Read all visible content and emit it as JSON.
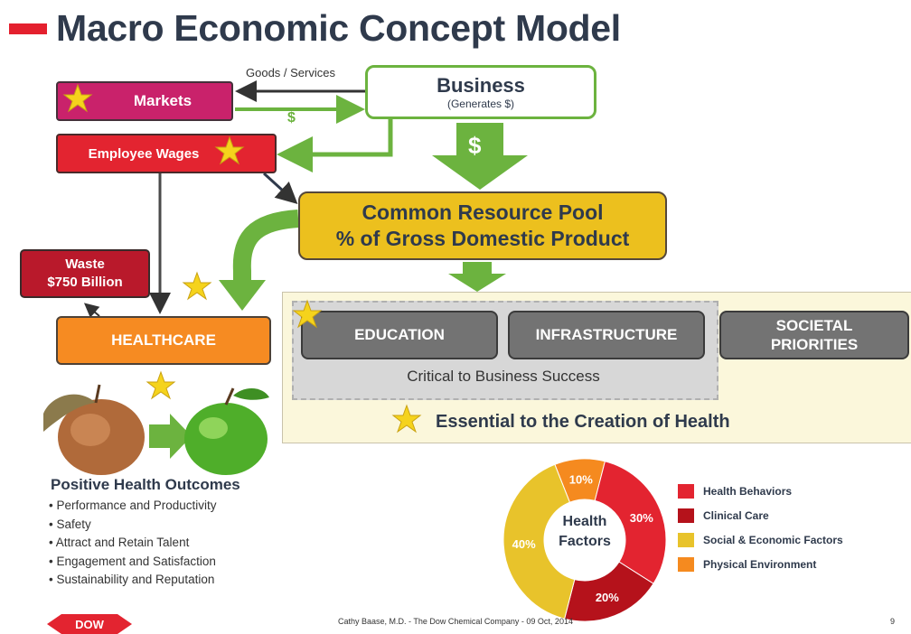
{
  "title": "Macro Economic Concept Model",
  "markets": "Markets",
  "employee_wages": "Employee Wages",
  "goods_services": "Goods / Services",
  "dollar": "$",
  "business": {
    "title": "Business",
    "subtitle": "(Generates $)"
  },
  "pool": {
    "line1": "Common Resource Pool",
    "line2": "% of Gross Domestic Product"
  },
  "waste": {
    "line1": "Waste",
    "line2": "$750 Billion"
  },
  "healthcare": "HEALTHCARE",
  "education": "EDUCATION",
  "infrastructure": "INFRASTRUCTURE",
  "societal": {
    "line1": "SOCIETAL",
    "line2": "PRIORITIES"
  },
  "critical_label": "Critical to Business Success",
  "essential_label": "Essential to the Creation of Health",
  "outcomes": {
    "title": "Positive Health Outcomes",
    "items": [
      "• Performance and Productivity",
      "• Safety",
      "• Attract and Retain Talent",
      "• Engagement and Satisfaction",
      "• Sustainability and Reputation"
    ]
  },
  "health_factors": {
    "center_line1": "Health",
    "center_line2": "Factors",
    "slices": [
      {
        "label": "Health Behaviors",
        "value": 30,
        "value_label": "30%",
        "color": "#e32430"
      },
      {
        "label": "Clinical Care",
        "value": 20,
        "value_label": "20%",
        "color": "#b5121b"
      },
      {
        "label": "Social & Economic Factors",
        "value": 40,
        "value_label": "40%",
        "color": "#e8c32b"
      },
      {
        "label": "Physical Environment",
        "value": 10,
        "value_label": "10%",
        "color": "#f58a1f"
      }
    ]
  },
  "logo_text": "DOW",
  "footer": "Cathy Baase, M.D. - The Dow Chemical Company - 09 Oct, 2014",
  "page_number": "9",
  "colors": {
    "green": "#6cb33f",
    "dark": "#2f3a4c",
    "star": "#f5d31c"
  }
}
